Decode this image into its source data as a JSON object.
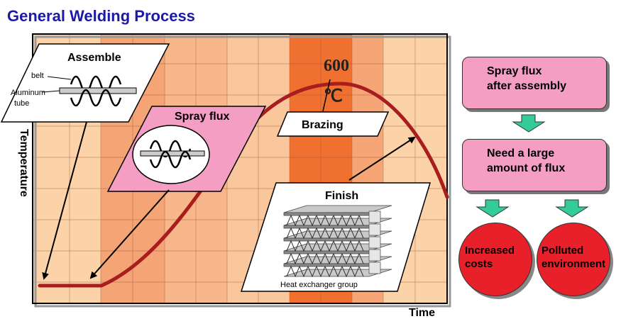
{
  "title": "General Welding Process",
  "axis": {
    "y_label": "Temperature",
    "x_label": "Time"
  },
  "stages": {
    "assemble": {
      "label": "Assemble",
      "belt_label": "belt",
      "tube_label_1": "Aluminum",
      "tube_label_2": "tube"
    },
    "spray_flux": {
      "label": "Spray flux"
    },
    "brazing": {
      "label": "Brazing",
      "temperature": "600",
      "unit": "℃"
    },
    "finish": {
      "label": "Finish",
      "caption": "Heat exchanger group"
    }
  },
  "flow": {
    "box1": {
      "line1": "Spray flux",
      "line2": "after assembly"
    },
    "box2": {
      "line1": "Need a large",
      "line2": "amount of flux"
    },
    "outcome1": {
      "line1": "Increased",
      "line2": "costs"
    },
    "outcome2": {
      "line1": "Polluted",
      "line2": "environment"
    }
  },
  "colors": {
    "title": "#1a1aa6",
    "curve": "#a81d1d",
    "box_fill": "#f49ec4",
    "circle_fill": "#e8202a",
    "arrow_green": "#33cc99",
    "band_peak": "#f07030"
  }
}
